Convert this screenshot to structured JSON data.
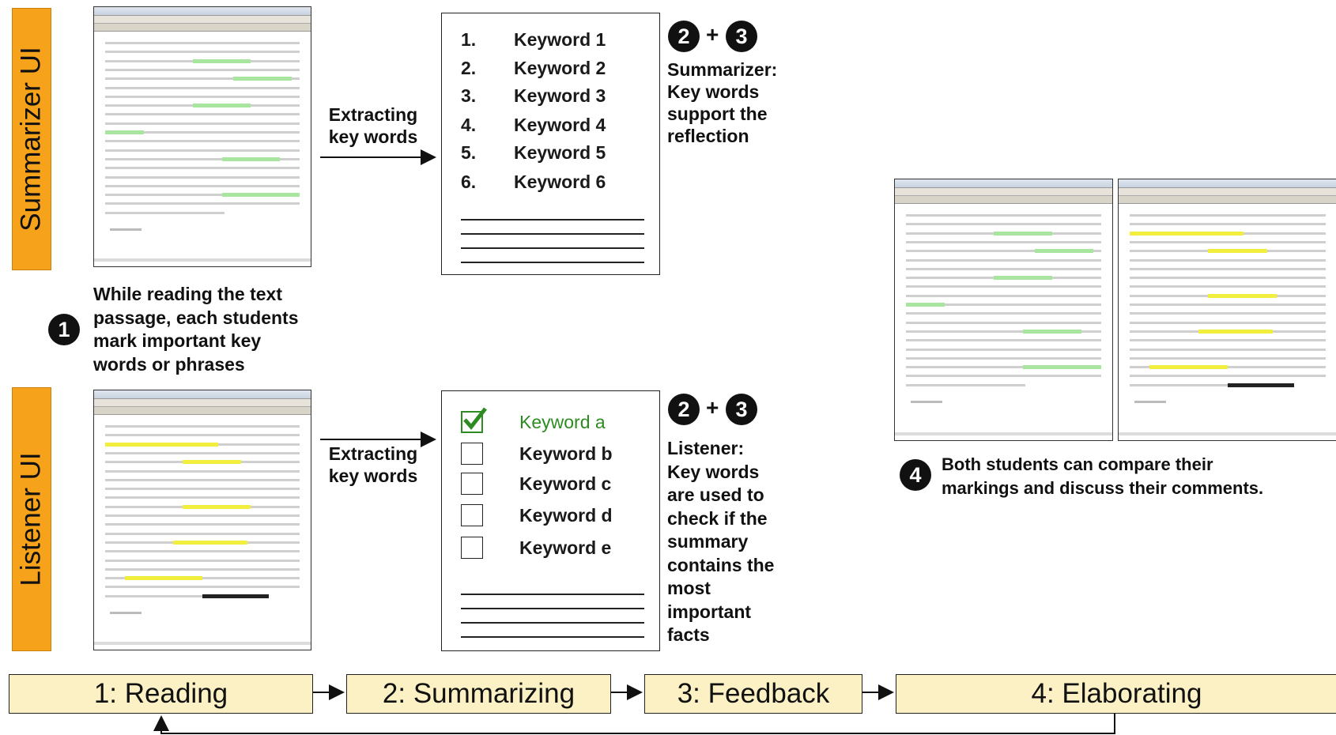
{
  "labels": {
    "summarizer_ui": "Summarizer UI",
    "listener_ui": "Listener UI"
  },
  "extract": {
    "top_line1": "Extracting",
    "top_line2": "key words",
    "bottom_line1": "Extracting",
    "bottom_line2": "key words"
  },
  "summarizer_card": {
    "items": [
      {
        "num": "1.",
        "label": "Keyword 1"
      },
      {
        "num": "2.",
        "label": "Keyword 2"
      },
      {
        "num": "3.",
        "label": "Keyword 3"
      },
      {
        "num": "4.",
        "label": "Keyword 4"
      },
      {
        "num": "5.",
        "label": "Keyword 5"
      },
      {
        "num": "6.",
        "label": "Keyword 6"
      }
    ]
  },
  "listener_card": {
    "items": [
      {
        "label": "Keyword a",
        "checked": true
      },
      {
        "label": "Keyword b",
        "checked": false
      },
      {
        "label": "Keyword c",
        "checked": false
      },
      {
        "label": "Keyword d",
        "checked": false
      },
      {
        "label": "Keyword e",
        "checked": false
      }
    ],
    "checked_color": "#2e8b22"
  },
  "badges": {
    "one": "1",
    "two": "2",
    "three": "3",
    "four": "4",
    "plus": "+"
  },
  "notes": {
    "step1": [
      "While reading the text",
      "passage, each students",
      "mark important key",
      "words or phrases"
    ],
    "summarizer": [
      "Summarizer:",
      "Key words",
      "support the",
      "reflection"
    ],
    "listener": [
      "Listener:",
      "Key words",
      "are used to",
      "check if the",
      "summary",
      "contains the",
      "most",
      "important",
      "facts"
    ],
    "step4": [
      "Both students can compare their",
      "markings and discuss their comments."
    ]
  },
  "steps": [
    {
      "label": "1: Reading"
    },
    {
      "label": "2: Summarizing"
    },
    {
      "label": "3: Feedback"
    },
    {
      "label": "4: Elaborating"
    }
  ],
  "colors": {
    "side_label": "#f7a21b",
    "step_box": "#fbf1c4",
    "highlight_green": "#a8e6a0",
    "highlight_yellow": "#f2ee3e"
  }
}
